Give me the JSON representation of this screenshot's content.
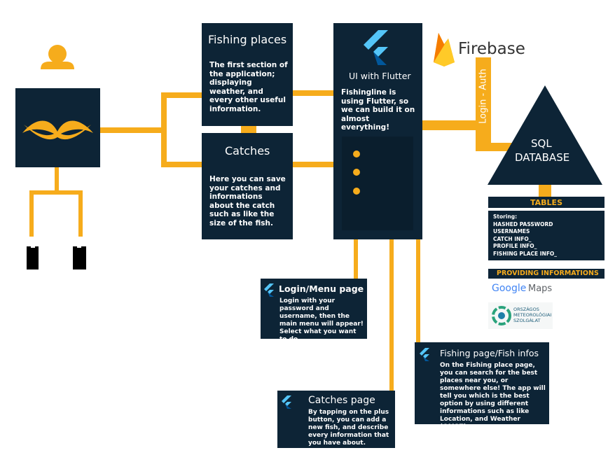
{
  "colors": {
    "accent": "#f6ac1c",
    "navy": "#0d2436",
    "flutter_light": "#54c5f8",
    "flutter_dark": "#01579b"
  },
  "fishing_places": {
    "title": "Fishing places",
    "text": "The first section of the application; displaying weather, and every other useful information."
  },
  "catches": {
    "title": "Catches",
    "text": "Here you can save your catches and informations about the catch such as like the size of the fish."
  },
  "flutter": {
    "icon": "flutter-logo-icon",
    "title": "UI with Flutter",
    "text": "Fishingline is using Flutter, so we can build it on almost everything!"
  },
  "firebase": {
    "icon": "firebase-flame-icon",
    "label": "Firebase"
  },
  "auth_label": "Login - Auth",
  "database": {
    "line1": "SQL",
    "line2": "DATABASE"
  },
  "tables": {
    "header": "TABLES",
    "items": [
      "Storing:",
      "HASHED PASSWORD",
      "USERNAMES",
      "CATCH INFO_",
      "PROFILE INFO_",
      "FISHING PLACE INFO_"
    ]
  },
  "providing": {
    "header": "PROVIDING INFORMATIONS",
    "google_maps": {
      "google": "Google",
      "maps": "Maps"
    },
    "omsz": {
      "line1": "ORSZÁGOS",
      "line2": "METEOROLÓGIAI",
      "line3": "SZOLGÁLAT"
    }
  },
  "login_page": {
    "title": "Login/Menu page",
    "text": "Login with your password and username, then the main menu will appear! Select what you want to do."
  },
  "fishing_page": {
    "title": "Fishing page/Fish infos",
    "text": "On the Fishing place page, you can search for the best places near you, or somewhere else! The app will tell you which is the best option by using different informations such as like Location, and Weather (OMSZ)"
  },
  "catches_page": {
    "title": "Catches page",
    "text": "By tapping on the plus button, you can add a new fish, and describe every information that you have about."
  }
}
